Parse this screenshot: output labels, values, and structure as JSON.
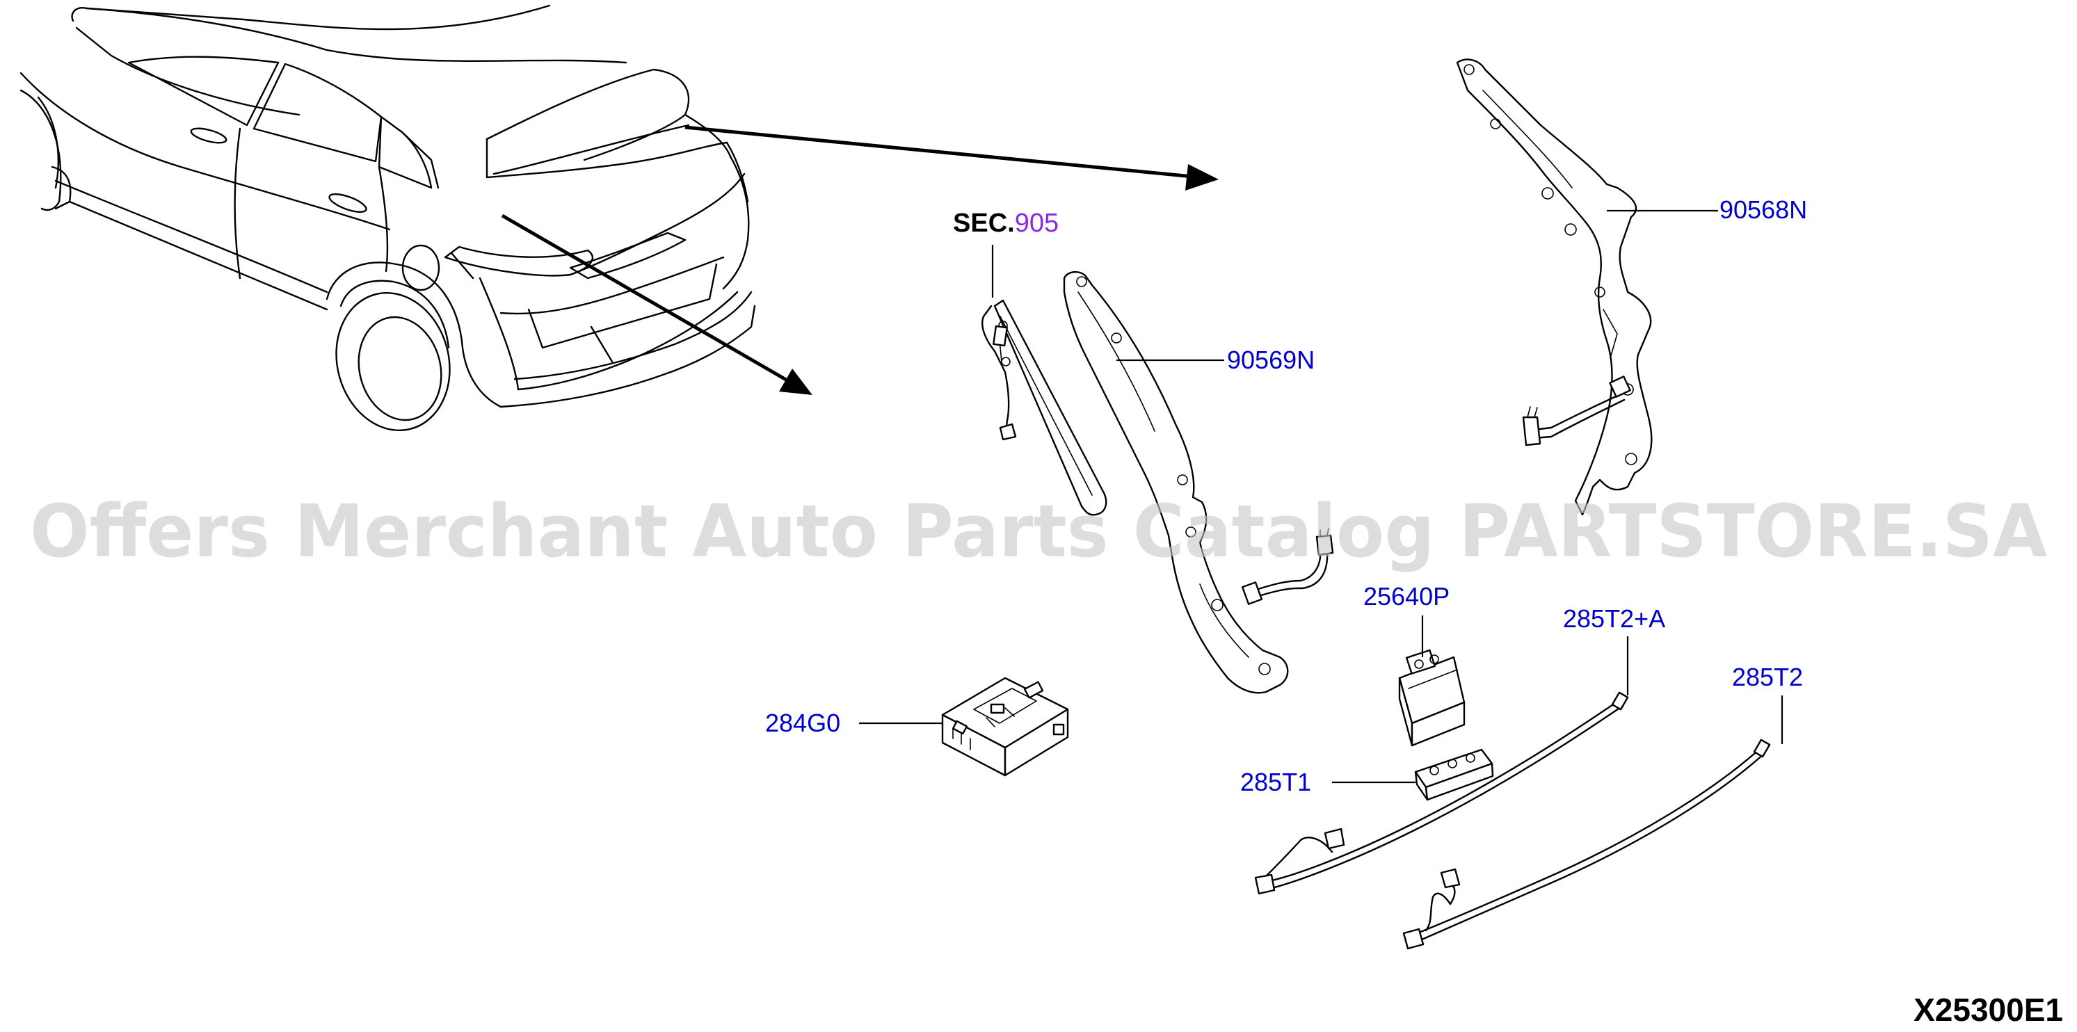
{
  "colors": {
    "part_label": "#0000cc",
    "section_link": "#8a2be2",
    "watermark": "#c8c8c8",
    "line_art": "#000000"
  },
  "watermark": "Offers Merchant Auto Parts Catalog PARTSTORE.SA",
  "diagram_code": "X25300E1",
  "section_ref": {
    "prefix": "SEC.",
    "number": "905"
  },
  "parts": {
    "p90568N": "90568N",
    "p90569N": "90569N",
    "p25640P": "25640P",
    "p285T2A": "285T2+A",
    "p284G0": "284G0",
    "p285T1": "285T1",
    "p285T2": "285T2"
  }
}
